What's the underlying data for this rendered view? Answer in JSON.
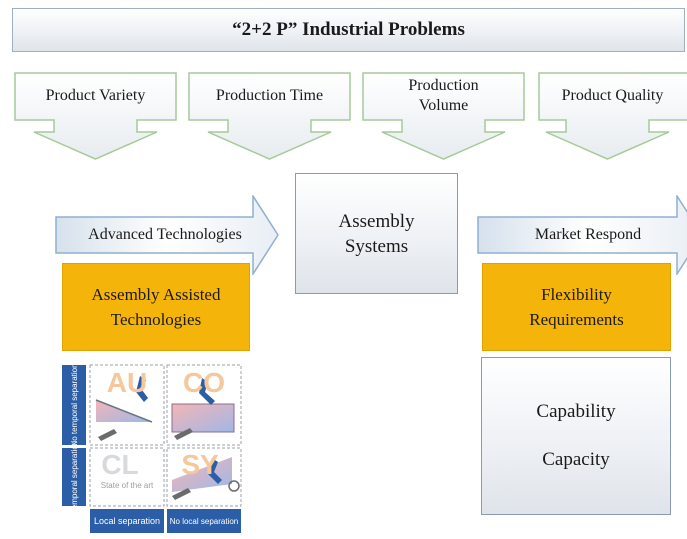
{
  "title": "“2+2 P” Industrial Problems",
  "problems": [
    {
      "label": "Product Variety"
    },
    {
      "label": "Production Time"
    },
    {
      "label": "Production Volume"
    },
    {
      "label": "Product Quality"
    }
  ],
  "center": {
    "label": "Assembly Systems"
  },
  "left": {
    "arrow_label": "Advanced Technologies",
    "box_label": "Assembly Assisted Technologies"
  },
  "right": {
    "arrow_label": "Market Respond",
    "box_label": "Flexibility Requirements",
    "items": [
      "Capability",
      "Capacity"
    ]
  },
  "matrix": {
    "cells": [
      "AU",
      "CO",
      "CL",
      "SY"
    ],
    "cl_caption": "State of the art",
    "row_labels": [
      "No temporal separation",
      "Temporal separation"
    ],
    "col_labels": [
      "Local separation",
      "No local separation"
    ]
  },
  "colors": {
    "box_border": "#9fb0c2",
    "highlight_yellow": "#f5b40a",
    "matrix_blue": "#2b5ea6",
    "letter_orange": "#f6c79a",
    "arrow_green": "#a7c89a"
  }
}
